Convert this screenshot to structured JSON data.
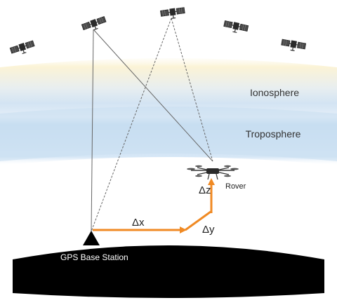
{
  "layers": {
    "ionosphere_label": "Ionosphere",
    "troposphere_label": "Troposphere"
  },
  "base_station": {
    "label": "GPS Base Station"
  },
  "rover": {
    "label": "Rover"
  },
  "baseline": {
    "dx_label": "Δx",
    "dy_label": "Δy",
    "dz_label": "Δz"
  },
  "colors": {
    "baseline": "#f08a24",
    "ionosphere_top": "#fbf5d9",
    "ionosphere_bottom": "#dbe9f6",
    "troposphere": "#c4dcf0",
    "ground": "#000000",
    "satellite_body": "#2a2a2a",
    "satellite_panel": "#555555"
  },
  "icons": {
    "satellite": "satellite-icon",
    "drone": "drone-icon",
    "base_station": "triangle-antenna-icon"
  }
}
